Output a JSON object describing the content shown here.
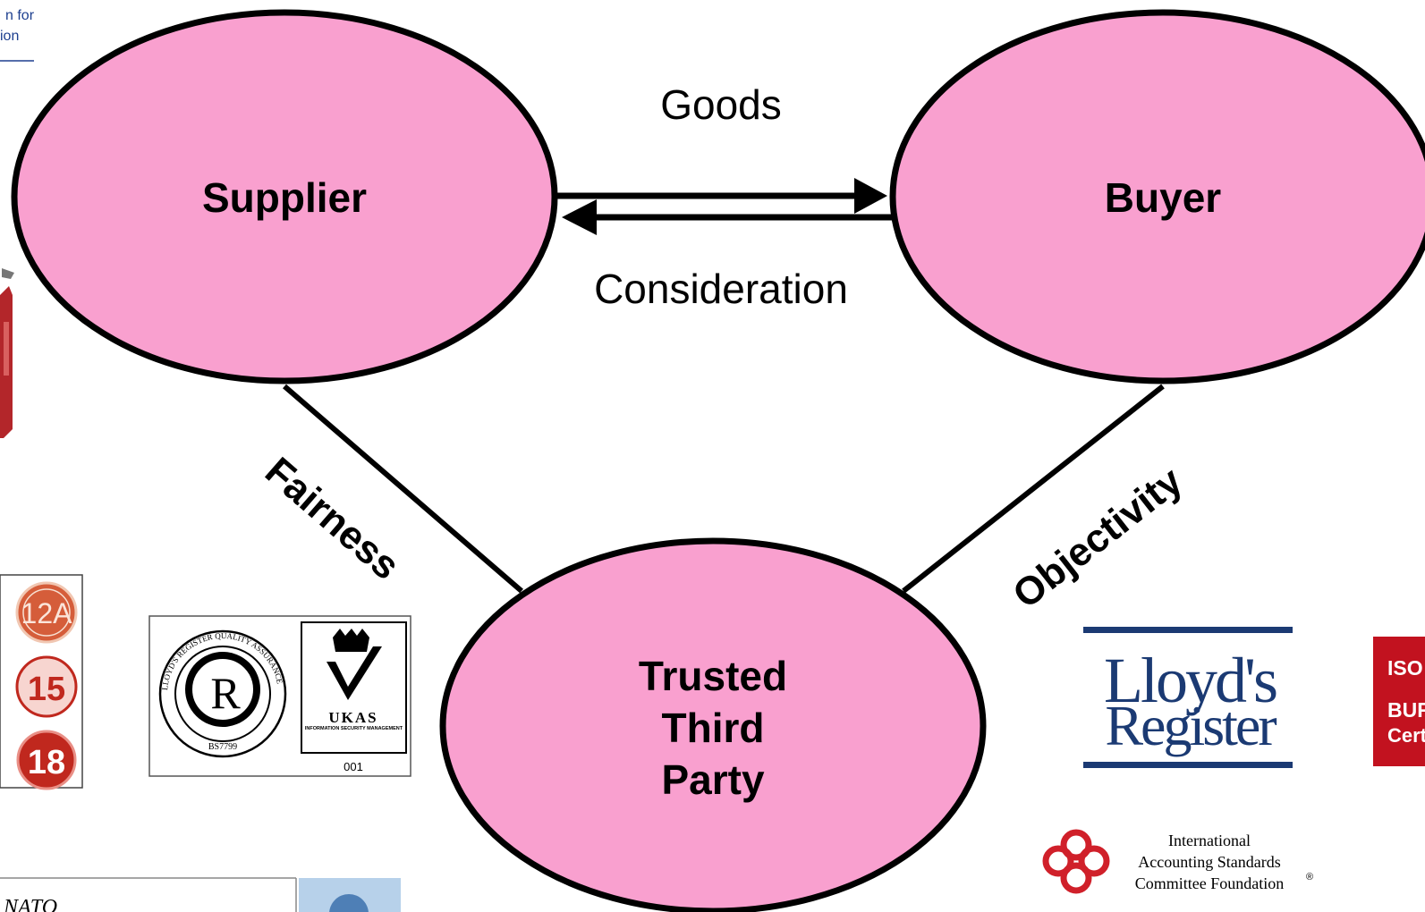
{
  "nodes": {
    "supplier": {
      "label": "Supplier"
    },
    "buyer": {
      "label": "Buyer"
    },
    "third_party": {
      "lines": [
        "Trusted",
        "Third",
        "Party"
      ]
    }
  },
  "edges": {
    "goods": "Goods",
    "consideration": "Consideration",
    "fairness": "Fairness",
    "objectivity": "Objectivity"
  },
  "logos": {
    "top_left": {
      "line1": "n for",
      "line2": "ion"
    },
    "age_ratings": [
      "12A",
      "15",
      "18"
    ],
    "lloyds_qa": {
      "ring_text": "LLOYD'S REGISTER QUALITY ASSURANCE",
      "code": "BS7799",
      "ukas_name": "UKAS",
      "ukas_sub": "INFORMATION SECURITY MANAGEMENT",
      "ukas_number": "001"
    },
    "lloyds_register": {
      "line1": "Lloyd's",
      "line2": "Register"
    },
    "iso_bureau": {
      "line1": "ISO",
      "line2": "BUR",
      "line3": "Cert"
    },
    "iasc": {
      "line1": "International",
      "line2": "Accounting Standards",
      "line3": "Committee Foundation"
    },
    "nato": {
      "text": "NATO"
    }
  },
  "colors": {
    "node_fill": "#f9a0cf",
    "stroke": "#000000",
    "lloyds_blue": "#1b3a73",
    "rating_red": "#c0281e",
    "iso_red": "#c2121f",
    "iasc_red": "#d0202a"
  }
}
